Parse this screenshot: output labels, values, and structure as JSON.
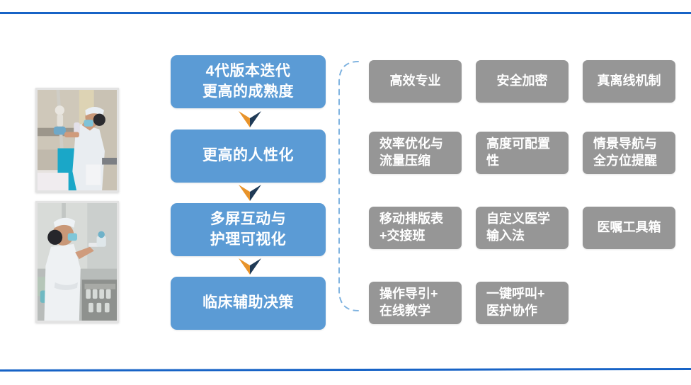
{
  "slide": {
    "background_color": "#ffffff",
    "rule_color": "#1763C6",
    "flow_box_color": "#5B9BD5",
    "feature_box_color": "#969696",
    "bracket_color": "#7FB3E0",
    "arrow_colors": {
      "left": "#E8932A",
      "right": "#1F3A56"
    }
  },
  "photos": [
    {
      "name": "nurse-scanning-iv-bag",
      "caption": ""
    },
    {
      "name": "nurse-preparing-medication",
      "caption": ""
    }
  ],
  "flow": {
    "steps": [
      {
        "lines": [
          "4代版本迭代",
          "更高的成熟度"
        ]
      },
      {
        "lines": [
          "更高的人性化"
        ]
      },
      {
        "lines": [
          "多屏互动与",
          "护理可视化"
        ]
      },
      {
        "lines": [
          "临床辅助决策"
        ]
      }
    ],
    "arrows": [
      "chevron-down-icon",
      "chevron-down-icon",
      "chevron-down-icon"
    ]
  },
  "features": {
    "rows": [
      {
        "align": "center",
        "items": [
          {
            "lines": [
              "高效专业"
            ]
          },
          {
            "lines": [
              "安全加密"
            ]
          },
          {
            "lines": [
              "真离线机制"
            ]
          }
        ]
      },
      {
        "align": "left",
        "items": [
          {
            "lines": [
              "效率优化与",
              "流量压缩"
            ]
          },
          {
            "lines": [
              "高度可配置",
              "性"
            ]
          },
          {
            "lines": [
              "情景导航与",
              "全方位提醒"
            ]
          }
        ]
      },
      {
        "align": "left",
        "items": [
          {
            "lines": [
              "移动排版表",
              "+交接班"
            ]
          },
          {
            "lines": [
              "自定义医学",
              "输入法"
            ]
          },
          {
            "lines": [
              "医嘱工具箱"
            ],
            "align": "center"
          }
        ]
      },
      {
        "align": "left",
        "items": [
          {
            "lines": [
              "操作导引+",
              "在线教学"
            ]
          },
          {
            "lines": [
              "一键呼叫+",
              "医护协作"
            ]
          }
        ]
      }
    ]
  }
}
